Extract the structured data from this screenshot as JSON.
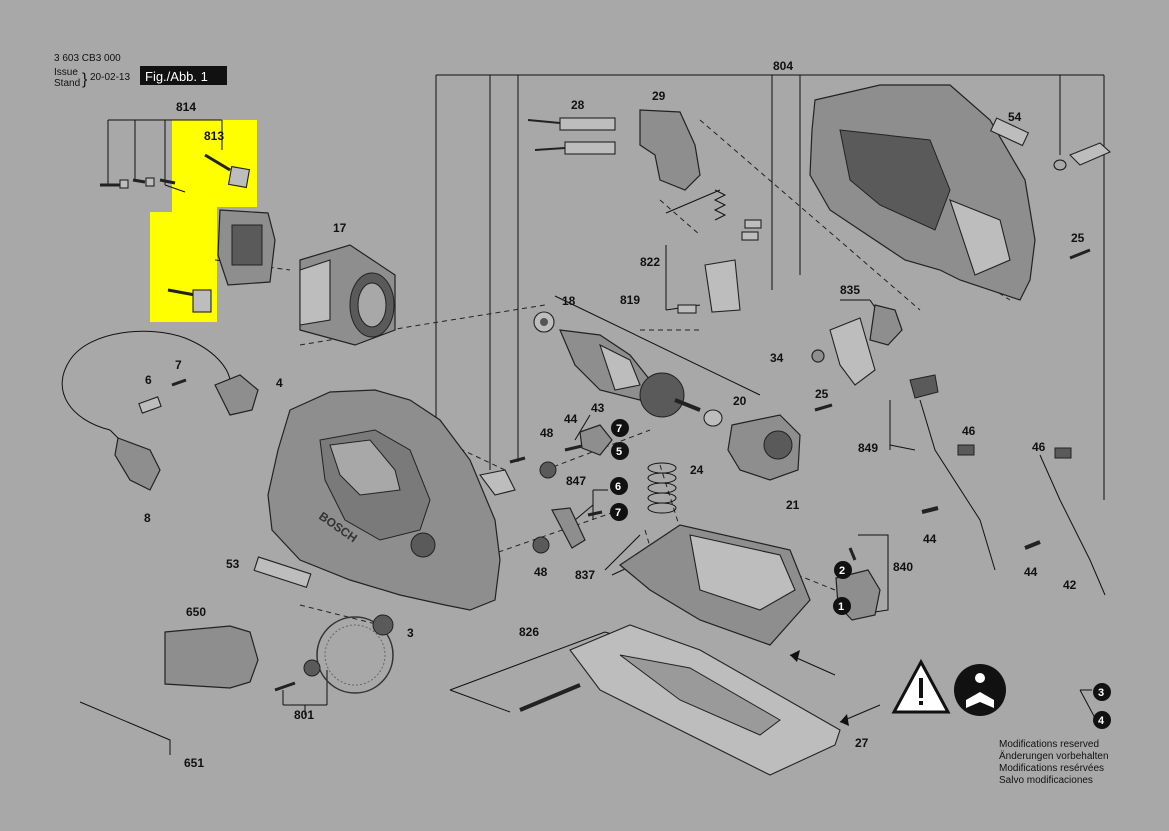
{
  "header": {
    "doc_number": "3 603 CB3 000",
    "issue_label": "Issue",
    "stand_label": "Stand",
    "issue_date": "20-02-13",
    "fig_label": "Fig./Abb. 1"
  },
  "labels": {
    "p814": "814",
    "p813": "813",
    "p17": "17",
    "p28": "28",
    "p29": "29",
    "p804": "804",
    "p54": "54",
    "p25a": "25",
    "p822": "822",
    "p819": "819",
    "p18": "18",
    "p835": "835",
    "p34": "34",
    "p25b": "25",
    "p7": "7",
    "p6": "6",
    "p4": "4",
    "p8": "8",
    "p43": "43",
    "p44a": "44",
    "p48a": "48",
    "p20": "20",
    "p849": "849",
    "p46a": "46",
    "p46b": "46",
    "p21": "21",
    "p24": "24",
    "p847": "847",
    "p53": "53",
    "p837": "837",
    "p48b": "48",
    "p840": "840",
    "p44b": "44",
    "p44c": "44",
    "p42": "42",
    "p650": "650",
    "p3": "3",
    "p826": "826",
    "p27": "27",
    "p801": "801",
    "p651": "651"
  },
  "callouts": {
    "c7a": "7",
    "c5": "5",
    "c6": "6",
    "c7b": "7",
    "c2": "2",
    "c1": "1",
    "c3": "3",
    "c4": "4"
  },
  "brand_text": "BOSCH",
  "notes": {
    "line1": "Modifications reserved",
    "line2": "Änderungen vorbehalten",
    "line3": "Modifications resérvées",
    "line4": "Salvo modificaciones"
  },
  "colors": {
    "background": "#a8a8a8",
    "highlight": "#ffff00",
    "fig_label_bg": "#111111"
  },
  "icons": [
    "warning-triangle-icon",
    "read-manual-icon"
  ]
}
